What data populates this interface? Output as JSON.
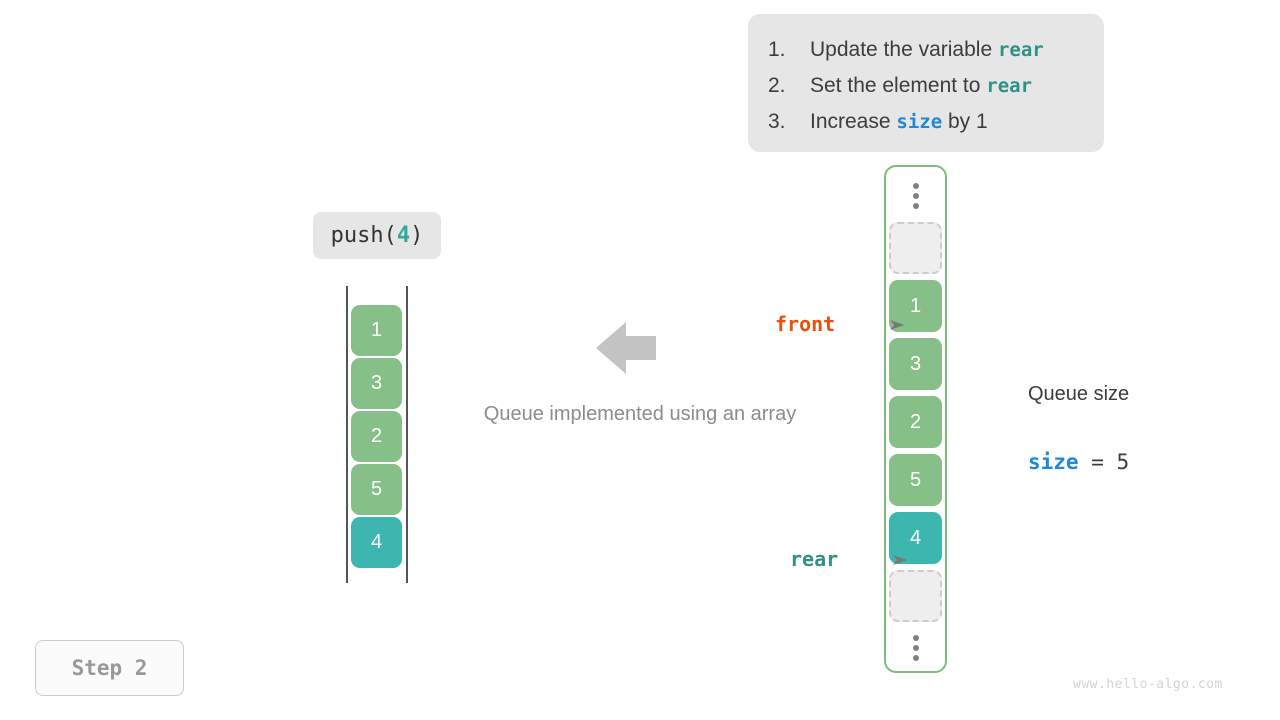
{
  "instructions": {
    "items": [
      {
        "num": "1.",
        "pre": "Update the variable ",
        "code": "rear",
        "code_color": "teal",
        "post": ""
      },
      {
        "num": "2.",
        "pre": "Set the element to ",
        "code": "rear",
        "code_color": "teal",
        "post": ""
      },
      {
        "num": "3.",
        "pre": "Increase ",
        "code": "size",
        "code_color": "blue",
        "post": " by 1"
      }
    ]
  },
  "operation": {
    "name": "push(",
    "arg": "4",
    "close": ")"
  },
  "left_array": {
    "cells": [
      {
        "value": "1",
        "style": "green"
      },
      {
        "value": "3",
        "style": "green"
      },
      {
        "value": "2",
        "style": "green"
      },
      {
        "value": "5",
        "style": "green"
      },
      {
        "value": "4",
        "style": "teal"
      }
    ]
  },
  "caption": "Queue implemented using an array",
  "arrow_icon": "left-arrow-icon",
  "queue": {
    "cells": [
      {
        "value": "",
        "style": "empty"
      },
      {
        "value": "1",
        "style": "green"
      },
      {
        "value": "3",
        "style": "green"
      },
      {
        "value": "2",
        "style": "green"
      },
      {
        "value": "5",
        "style": "green"
      },
      {
        "value": "4",
        "style": "teal"
      },
      {
        "value": "",
        "style": "empty"
      }
    ],
    "pointers": {
      "front": "front",
      "rear": "rear"
    }
  },
  "size_readout": {
    "title": "Queue size",
    "var": "size",
    "equals": " = ",
    "value": "5"
  },
  "step_badge": "Step 2",
  "watermark": "www.hello-algo.com",
  "colors": {
    "green": "#86bf87",
    "teal": "#3eb6b0",
    "border_green": "#7cbd7c",
    "front_orange": "#e8500e",
    "rear_teal": "#2e9183",
    "size_blue": "#1e88dd",
    "panel_gray": "#e6e6e6"
  }
}
